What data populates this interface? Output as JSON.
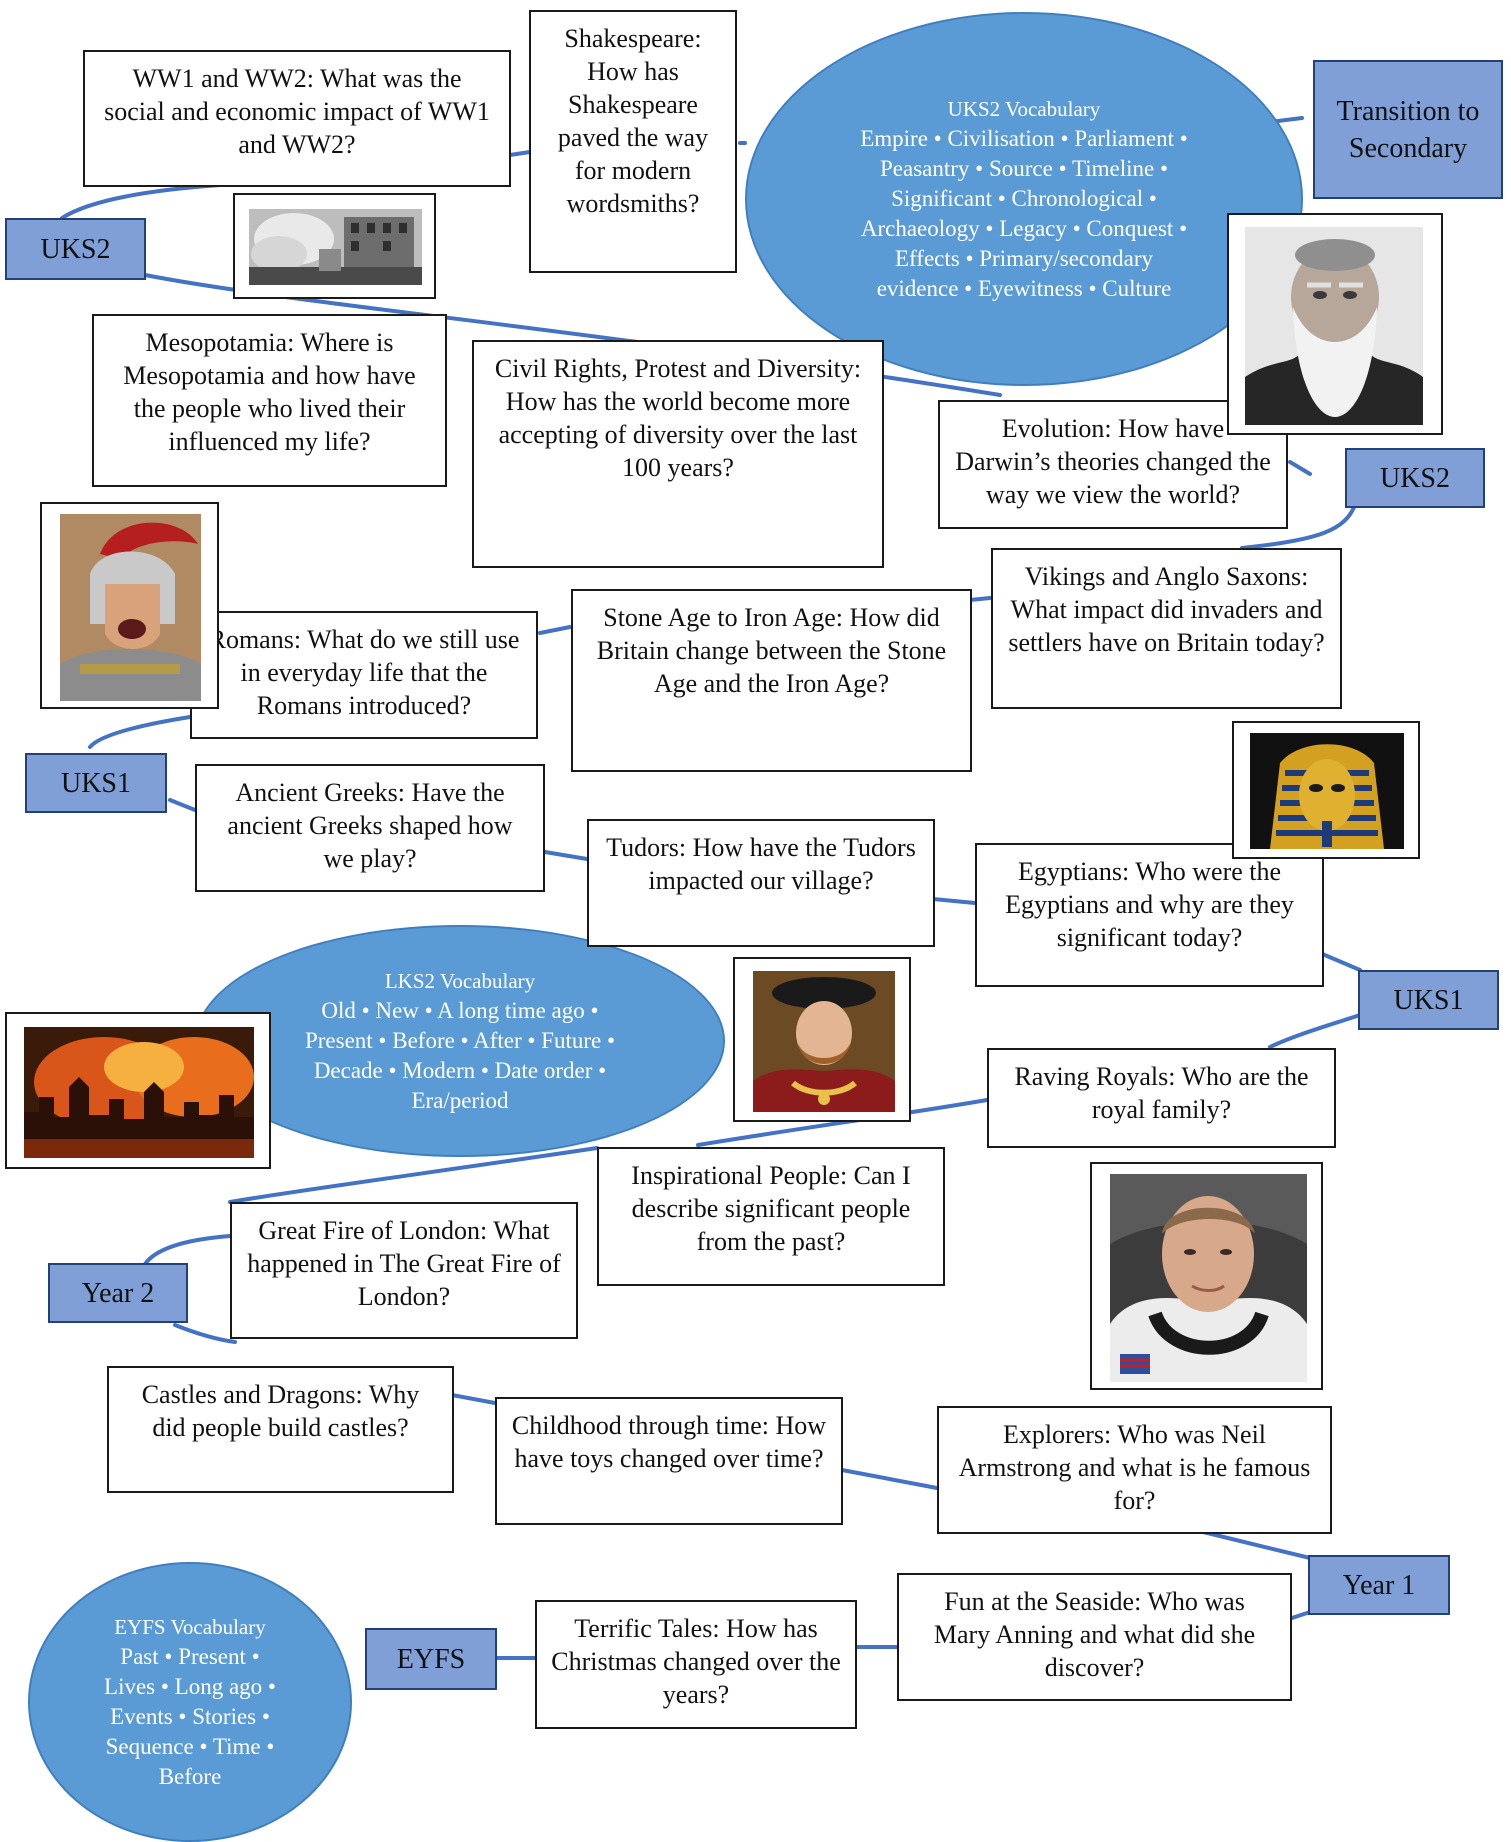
{
  "levels": {
    "uks2_left": "UKS2",
    "uks2_right": "UKS2",
    "uks1_left": "UKS1",
    "uks1_right": "UKS1",
    "year2": "Year 2",
    "year1": "Year 1",
    "eyfs": "EYFS",
    "transition": "Transition to Secondary"
  },
  "topics": {
    "ww": "WW1 and WW2: What was the social and economic impact of WW1 and WW2?",
    "shakespeare": "Shakespeare: How has Shakespeare paved the way for modern wordsmiths?",
    "mesopotamia": "Mesopotamia: Where is Mesopotamia and how have the people who lived their influenced my life?",
    "civil_rights": "Civil Rights, Protest and Diversity: How has the world become more accepting of diversity over the last 100 years?",
    "evolution": "Evolution: How have Darwin’s theories changed the way we view the world?",
    "vikings": "Vikings and Anglo Saxons: What impact did invaders and settlers have on Britain today?",
    "stone_age": "Stone Age to Iron Age: How did Britain change between the Stone Age and the Iron Age?",
    "romans": "Romans: What do we still use in everyday life that the Romans introduced?",
    "greeks": "Ancient Greeks: Have the ancient Greeks shaped how we play?",
    "tudors": "Tudors: How have the Tudors impacted our village?",
    "egyptians": "Egyptians: Who were the Egyptians and why are they significant today?",
    "royals": "Raving Royals: Who are the royal family?",
    "inspirational": "Inspirational People: Can I describe significant people from the past?",
    "great_fire": "Great Fire of London: What happened in The Great Fire of London?",
    "castles": "Castles and Dragons: Why did people build castles?",
    "childhood": "Childhood through time: How have toys changed over time?",
    "explorers": "Explorers: Who was Neil Armstrong and what is he famous for?",
    "seaside": "Fun at the Seaside: Who was Mary Anning and what did she discover?",
    "tales": "Terrific Tales: How has Christmas changed over the years?"
  },
  "vocab": {
    "uks2": {
      "title": "UKS2 Vocabulary",
      "lines": [
        "Empire • Civilisation • Parliament •",
        "Peasantry • Source • Timeline •",
        "Significant • Chronological •",
        "Archaeology • Legacy • Conquest •",
        "Effects • Primary/secondary",
        "evidence • Eyewitness • Culture"
      ]
    },
    "lks2": {
      "title": "LKS2 Vocabulary",
      "lines": [
        "Old • New • A long time ago •",
        "Present • Before • After • Future •",
        "Decade • Modern • Date order •",
        "Era/period"
      ]
    },
    "eyfs": {
      "title": "EYFS Vocabulary",
      "lines": [
        "Past • Present •",
        "Lives • Long ago •",
        "Events • Stories •",
        "Sequence • Time •",
        "Before"
      ]
    }
  },
  "photos": [
    "war-ruins-photo",
    "darwin-portrait",
    "roman-soldier-photo",
    "tutankhamun-mask-photo",
    "henry-viii-portrait",
    "great-fire-painting",
    "neil-armstrong-portrait"
  ],
  "colors": {
    "path": "#4472c4",
    "label_fill": "#7f9fd6",
    "vocab_fill": "#5b9bd5",
    "vocab_text": "#ffffff"
  }
}
